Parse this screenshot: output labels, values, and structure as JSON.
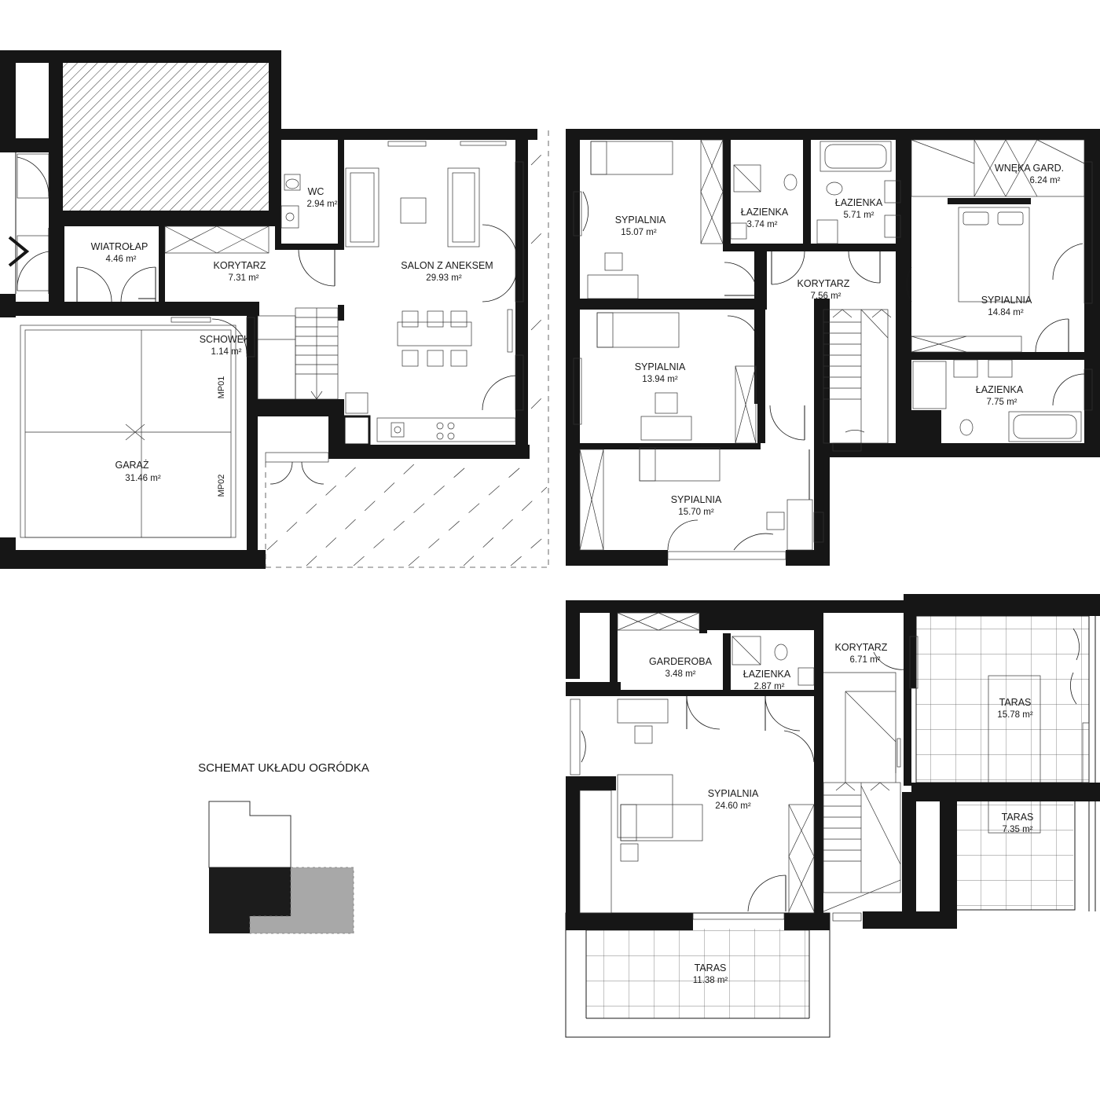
{
  "ground_floor": {
    "rooms": [
      {
        "id": "wiatrolap",
        "name": "WIATROŁAP",
        "area": "4.46 m²"
      },
      {
        "id": "korytarz",
        "name": "KORYTARZ",
        "area": "7.31 m²"
      },
      {
        "id": "wc",
        "name": "WC",
        "area": "2.94 m²"
      },
      {
        "id": "salon",
        "name": "SALON Z ANEKSEM",
        "area": "29.93 m²"
      },
      {
        "id": "schowek",
        "name": "SCHOWEK",
        "area": "1.14 m²"
      },
      {
        "id": "garaz",
        "name": "GARAŻ",
        "area": "31.46 m²"
      }
    ],
    "parking_labels": [
      "MP01",
      "MP02"
    ]
  },
  "first_floor": {
    "rooms": [
      {
        "id": "sypialnia1",
        "name": "SYPIALNIA",
        "area": "15.07 m²"
      },
      {
        "id": "lazienka1",
        "name": "ŁAZIENKA",
        "area": "3.74 m²"
      },
      {
        "id": "lazienka2",
        "name": "ŁAZIENKA",
        "area": "5.71 m²"
      },
      {
        "id": "wneka",
        "name": "WNĘKA GARD.",
        "area": "6.24 m²"
      },
      {
        "id": "korytarz",
        "name": "KORYTARZ",
        "area": "7.56 m²"
      },
      {
        "id": "sypialnia_master",
        "name": "SYPIALNIA",
        "area": "14.84 m²"
      },
      {
        "id": "sypialnia2",
        "name": "SYPIALNIA",
        "area": "13.94 m²"
      },
      {
        "id": "lazienka3",
        "name": "ŁAZIENKA",
        "area": "7.75 m²"
      },
      {
        "id": "sypialnia3",
        "name": "SYPIALNIA",
        "area": "15.70 m²"
      }
    ]
  },
  "second_floor": {
    "rooms": [
      {
        "id": "garderoba",
        "name": "GARDEROBA",
        "area": "3.48 m²"
      },
      {
        "id": "lazienka",
        "name": "ŁAZIENKA",
        "area": "2.87 m²"
      },
      {
        "id": "korytarz",
        "name": "KORYTARZ",
        "area": "6.71 m²"
      },
      {
        "id": "sypialnia",
        "name": "SYPIALNIA",
        "area": "24.60 m²"
      },
      {
        "id": "taras1",
        "name": "TARAS",
        "area": "15.78 m²"
      },
      {
        "id": "taras2",
        "name": "TARAS",
        "area": "7.35 m²"
      },
      {
        "id": "taras3",
        "name": "TARAS",
        "area": "11.38 m²"
      }
    ]
  },
  "garden_schema": {
    "title": "SCHEMAT UKŁADU OGRÓDKA"
  },
  "colors": {
    "wall": "#161616",
    "schema_dark": "#1c1c1c",
    "schema_garden": "#a8a8a8",
    "line": "#1a1a1a"
  }
}
